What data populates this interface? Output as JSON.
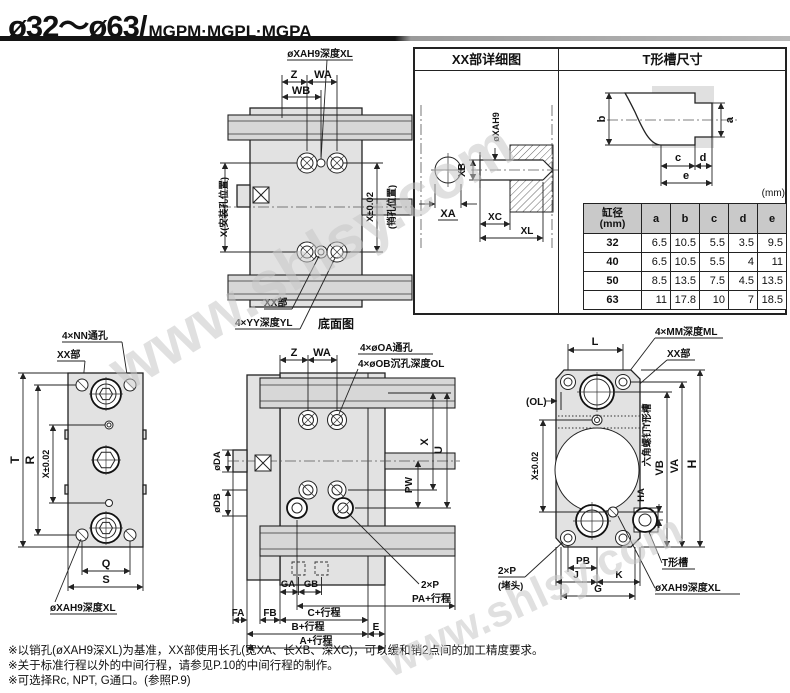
{
  "header": {
    "title_bore_range": "ø32～ø63/",
    "title_models": "MGPM·MGPL·MGPA"
  },
  "watermark": {
    "text": "www.shlsy.com"
  },
  "panel": {
    "xx_header": "XX部详细图",
    "tslot_header": "T形槽尺寸",
    "unit_note": "(mm)",
    "xx_detail": {
      "xa": "XA",
      "dxa": "øXAH9",
      "xb": "XB",
      "xc": "XC",
      "xl": "XL"
    },
    "tslot_dims": {
      "a": "a",
      "b": "b",
      "c": "c",
      "d": "d",
      "e": "e"
    },
    "table": {
      "bore_label": "缸径",
      "bore_unit": "(mm)",
      "cols": [
        "a",
        "b",
        "c",
        "d",
        "e"
      ],
      "rows": [
        [
          "32",
          "6.5",
          "10.5",
          "5.5",
          "3.5",
          "9.5"
        ],
        [
          "40",
          "6.5",
          "10.5",
          "5.5",
          "4",
          "11"
        ],
        [
          "50",
          "8.5",
          "13.5",
          "7.5",
          "4.5",
          "13.5"
        ],
        [
          "63",
          "11",
          "17.8",
          "10",
          "7",
          "18.5"
        ]
      ]
    }
  },
  "bottom_view": {
    "caption": "底面图",
    "pin_hole_label": "øXAH9深度XL",
    "z": "Z",
    "wa": "WA",
    "wb": "WB",
    "mount_pos": "X(安装孔位置)",
    "pin_tol": "X±0.02",
    "pin_pos": "(销孔位置)",
    "xx_label": "XX部",
    "yy_label": "4×YY深度YL"
  },
  "end_view": {
    "nn_label": "4×NN通孔",
    "xx_label": "XX部",
    "t": "T",
    "r": "R",
    "x_tol": "X±0.02",
    "q": "Q",
    "s": "S",
    "pin_hole_label": "øXAH9深度XL"
  },
  "side_view": {
    "z": "Z",
    "wa": "WA",
    "oa_label": "4×øOA通孔",
    "ob_label": "4×øOB沉孔深度OL",
    "dda": "øDA",
    "ddb": "øDB",
    "x": "X",
    "u": "U",
    "pw": "PW",
    "ga": "GA",
    "gb": "GB",
    "p_label": "2×P",
    "pa_stroke": "PA+行程",
    "fa": "FA",
    "fb": "FB",
    "c_stroke": "C+行程",
    "b_stroke": "B+行程",
    "e": "E",
    "a_stroke": "A+行程"
  },
  "front_view": {
    "l": "L",
    "mm_label": "4×MM深度ML",
    "xx_label": "XX部",
    "ol": "(OL)",
    "x_tol": "X±0.02",
    "hex_tslot": "六角螺钉T形槽",
    "vb": "VB",
    "va": "VA",
    "h": "H",
    "ha": "HA",
    "tslot_label": "T形槽",
    "pb": "PB",
    "j": "J",
    "k": "K",
    "g": "G",
    "p_label": "2×P",
    "plug_note": "(堵头)",
    "pin_hole_label": "øXAH9深度XL"
  },
  "notes": [
    "※以销孔(øXAH9深XL)为基准，XX部使用长孔(宽XA、长XB、深XC)，可以缓和销2点间的加工精度要求。",
    "※关于标准行程以外的中间行程，请参见P.10的中间行程的制作。",
    "※可选择Rc, NPT, G通口。(参照P.9)"
  ]
}
